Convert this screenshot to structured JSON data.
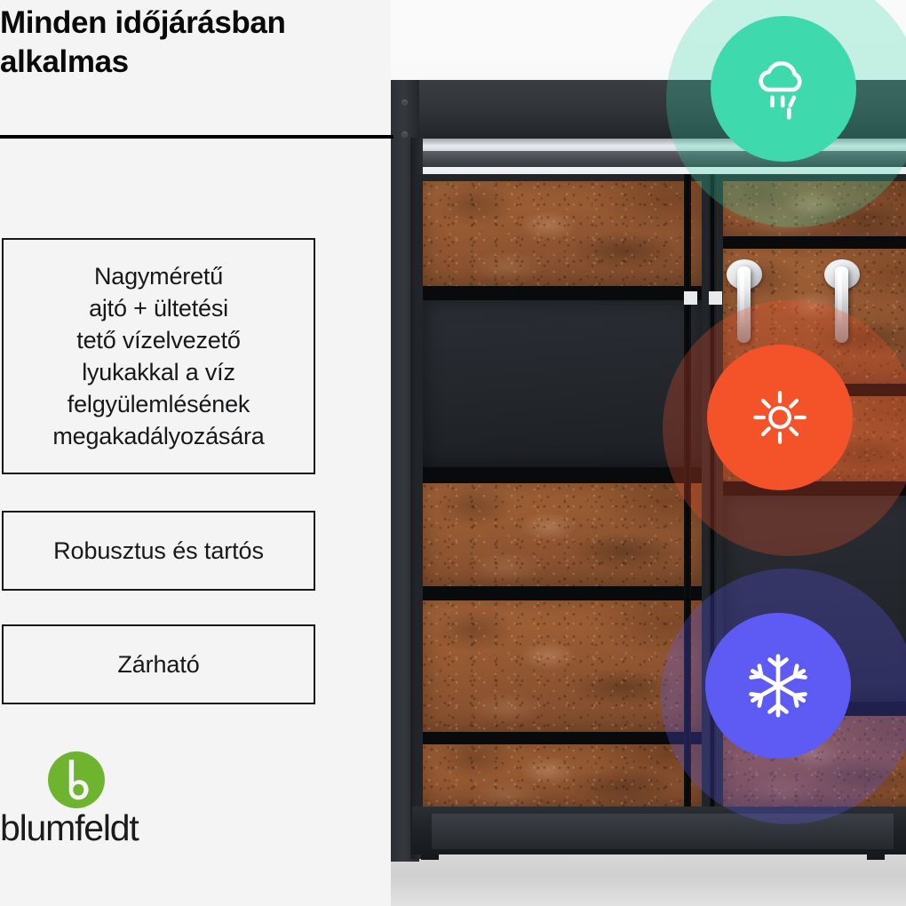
{
  "brand": {
    "name": "blumfeldt",
    "logo_color": "#6fb42e"
  },
  "headline": {
    "line1": "Minden időjárásban",
    "line2": "alkalmas"
  },
  "features": [
    {
      "id": "feature-large-door",
      "lines": [
        "Nagyméretű",
        "ajtó + ültetési",
        "tető vízelvezető",
        "lyukakkal a víz",
        "felgyülemlésének",
        "megakadályozására"
      ]
    },
    {
      "id": "feature-robust",
      "text": "Robusztus és tartós"
    },
    {
      "id": "feature-lockable",
      "text": "Zárható"
    }
  ],
  "weather_badges": [
    {
      "id": "rain",
      "icon": "rain-cloud-icon",
      "color": "#3ed9ad",
      "halo": "rgba(62,217,173,0.28)"
    },
    {
      "id": "sun",
      "icon": "sun-icon",
      "color": "#f4532a",
      "halo": "rgba(244,83,42,0.28)"
    },
    {
      "id": "snow",
      "icon": "snowflake-icon",
      "color": "#5e5bf5",
      "halo": "rgba(94,91,245,0.28)"
    }
  ],
  "product": {
    "description": "corten-steel garbage bin storage cabinet",
    "frame_color": "#24272b",
    "rust_panel_color": "#95582f",
    "dark_panel_color": "#24272c",
    "background_color": "#f4f4f4"
  }
}
